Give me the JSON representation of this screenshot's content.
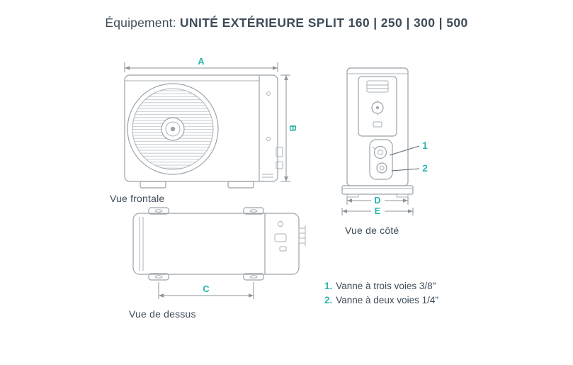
{
  "colors": {
    "accent": "#29b5ac",
    "text": "#3e4c59",
    "line_art": "#9ba2a9"
  },
  "title": {
    "prefix": "Équipement: ",
    "main": "UNITÉ EXTÉRIEURE SPLIT 160 | 250 | 300 | 500"
  },
  "front_view": {
    "label": "Vue frontale",
    "dim_a": "A",
    "dim_b": "B"
  },
  "side_view": {
    "label": "Vue de côté",
    "dim_d": "D",
    "dim_e": "E"
  },
  "top_view": {
    "label": "Vue de dessus",
    "dim_c": "C"
  },
  "callouts": {
    "one": "1",
    "two": "2"
  },
  "legend": [
    {
      "num": "1.",
      "text": "Vanne à trois voies 3/8\""
    },
    {
      "num": "2.",
      "text": "Vanne à deux voies 1/4\""
    }
  ]
}
